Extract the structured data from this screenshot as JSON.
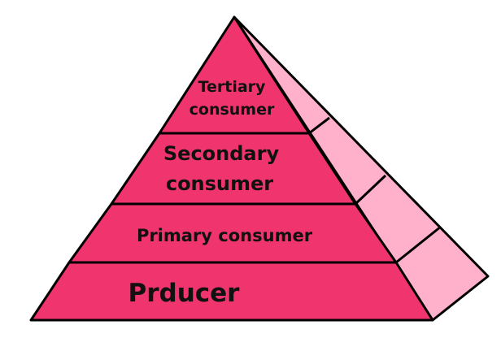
{
  "pyramid": {
    "levels": [
      {
        "lines": [
          "Tertiary",
          "consumer"
        ]
      },
      {
        "lines": [
          "Secondary",
          "consumer"
        ]
      },
      {
        "lines": [
          "Primary consumer"
        ]
      },
      {
        "lines": [
          "Prducer"
        ]
      }
    ],
    "colors": {
      "front_face": "#F0346E",
      "side_face": "#FFB0CB",
      "outline": "#000000",
      "text": "#111111"
    }
  }
}
